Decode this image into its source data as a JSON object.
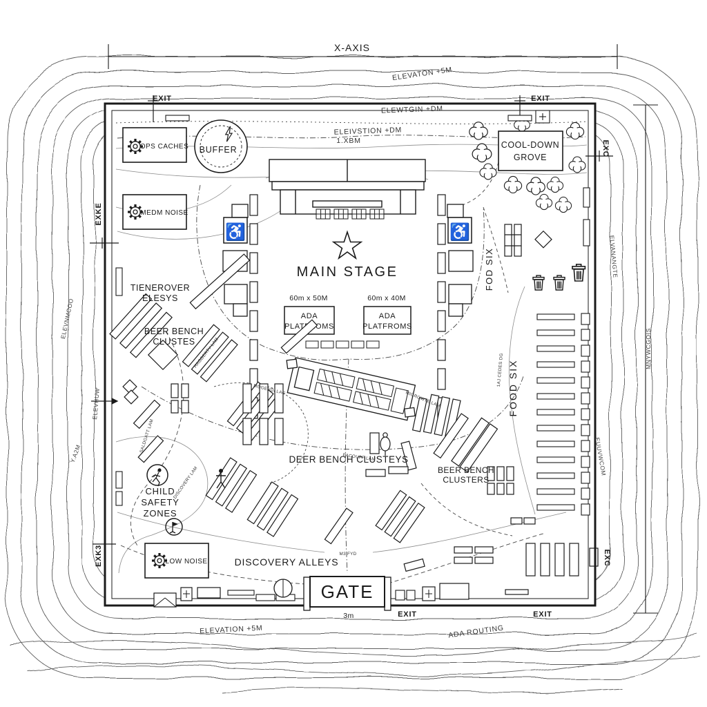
{
  "title_labels": {
    "x_axis": "X-AXIS",
    "y_axis": "MNYWCGOIS"
  },
  "elevation_labels": {
    "top": "ELEVATON +5M",
    "top_inner": "ELEWTGIN +DM",
    "stage_area": "ELEIVSTION +DM",
    "stage_area_2": "1.XBM",
    "bottom": "ELEVATION +5M",
    "ada_routing": "ADA ROUTING",
    "left_outer": "ELEVNMCOO",
    "left_inner": "ELEVHUW",
    "left_lower": "Y.A2M",
    "right_upper": "ELVANANGTE",
    "right_lower": "EUUVWCOM"
  },
  "exits": {
    "top_left": "EXIT",
    "top_right": "EXIT",
    "left_upper": "EXKE",
    "left_lower": "EXK3",
    "right_upper": "EXC",
    "right_lower": "EXC",
    "bottom_center": "EXIT",
    "bottom_right": "EXIT"
  },
  "zones": {
    "ops_caches": "OPS CACHES",
    "buffer": "BUFFER",
    "medium_noise": "MEDM NOISE",
    "cool_down_1": "COOL-DOWN",
    "cool_down_2": "GROVE",
    "main_stage": "MAIN STAGE",
    "stage_dim_left": "60m x 50M",
    "stage_dim_right": "60m x 40M",
    "ada_1": "ADA",
    "ada_2": "PLATFROMS",
    "food_six_upper": "FOD SIX",
    "food_six_lower": "FOOD SIX",
    "turnover_1": "TIENEROVER",
    "turnover_2": "ELESYS",
    "beer_left_1": "BEER BENCH",
    "beer_left_2": "CLUSTES",
    "deer_center": "DEER BENCH CLUSTEYS",
    "beer_right_1": "BEER BENCH",
    "beer_right_2": "CLUSTERS",
    "child_1": "CHILD",
    "child_2": "SAFETY",
    "child_3": "ZONES",
    "low_noise": "LOW NOISE",
    "discovery": "DISCOVERY ALLEYS",
    "gate": "GATE",
    "gate_width": "3m"
  },
  "lanes": [
    "HAGGERTY LAM",
    "SALDGATT LAM",
    "MOGENDI LAG",
    "PACOUFF LAM",
    "DISCOVERY LAM",
    "MIGROWTE LAM",
    "1AJ CEDES DG",
    "M3 FYD"
  ],
  "icons": {
    "wheelchair": "♿"
  },
  "colors": {
    "ink": "#1a1a1a",
    "contour": "#5d5d5d",
    "paper": "#ffffff"
  }
}
